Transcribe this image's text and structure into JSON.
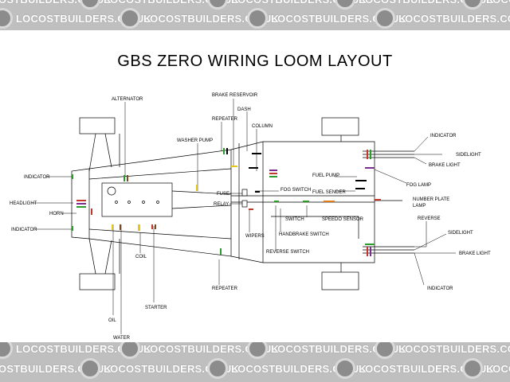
{
  "title": "GBS ZERO WIRING LOOM LAYOUT",
  "watermark": "LOCOSTBUILDERS.CO.UK",
  "labels": {
    "alternator": "ALTERNATOR",
    "brake_reservoir": "BRAKE RESERVOIR",
    "dash": "DASH",
    "repeater_top": "REPEATER",
    "column": "COLUMN",
    "washer_pump": "WASHER PUMP",
    "indicator_fl": "INDICATOR",
    "headlight": "HEADLIGHT",
    "horn": "HORN",
    "indicator_rl": "INDICATOR",
    "fuse": "FUSE",
    "relay": "RELAY",
    "fog_switch": "FOG SWITCH",
    "fuel_pump": "FUEL PUMP",
    "fuel_sender": "FUEL SENDER",
    "switch": "SWITCH",
    "speedo_sensor": "SPEEDO SENSOR",
    "handbrake_switch": "HANDBRAKE SWITCH",
    "reverse_switch": "REVERSE SWITCH",
    "wipers": "WIPERS",
    "coil": "COIL",
    "starter": "STARTER",
    "repeater_bottom": "REPEATER",
    "oil": "OIL",
    "water": "WATER",
    "indicator_tr": "INDICATOR",
    "sidelight_tr": "SIDELIGHT",
    "brake_light_tr": "BRAKE LIGHT",
    "fog_lamp": "FOG LAMP",
    "number_plate_1": "NUMBER PLATE",
    "number_plate_2": "LAMP",
    "reverse": "REVERSE",
    "sidelight_br": "SIDELIGHT",
    "brake_light_br": "BRAKE LIGHT",
    "indicator_br": "INDICATOR"
  },
  "colors": {
    "wire_green": "#2a9d2a",
    "wire_red": "#c0392b",
    "wire_purple": "#7b2d8e",
    "wire_yellow": "#e6c619",
    "wire_brown": "#7a4a1e",
    "wire_orange": "#e07b1a",
    "wire_black": "#000000"
  }
}
